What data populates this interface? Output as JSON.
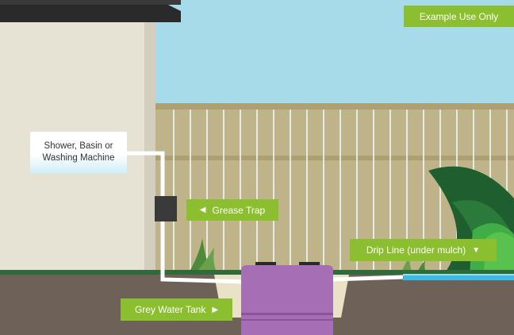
{
  "badge": {
    "text": "Example Use Only"
  },
  "source_box": {
    "line1": "Shower, Basin or",
    "line2": "Washing Machine"
  },
  "labels": {
    "grease_trap": "Grease Trap",
    "grey_water_tank": "Grey Water Tank",
    "drip_line": "Drip Line (under mulch)"
  },
  "arrows": {
    "left": "◀",
    "right": "▶",
    "down": "▼"
  },
  "colors": {
    "sky": "#a8dbe9",
    "house_wall": "#e6e2d4",
    "fence": "#bfb38a",
    "ground": "#6e6258",
    "label_green": "#8cbf2f",
    "tank": "#a66eb4",
    "drip_line": "#3db9e5",
    "grease_trap": "#3a3a3a"
  }
}
